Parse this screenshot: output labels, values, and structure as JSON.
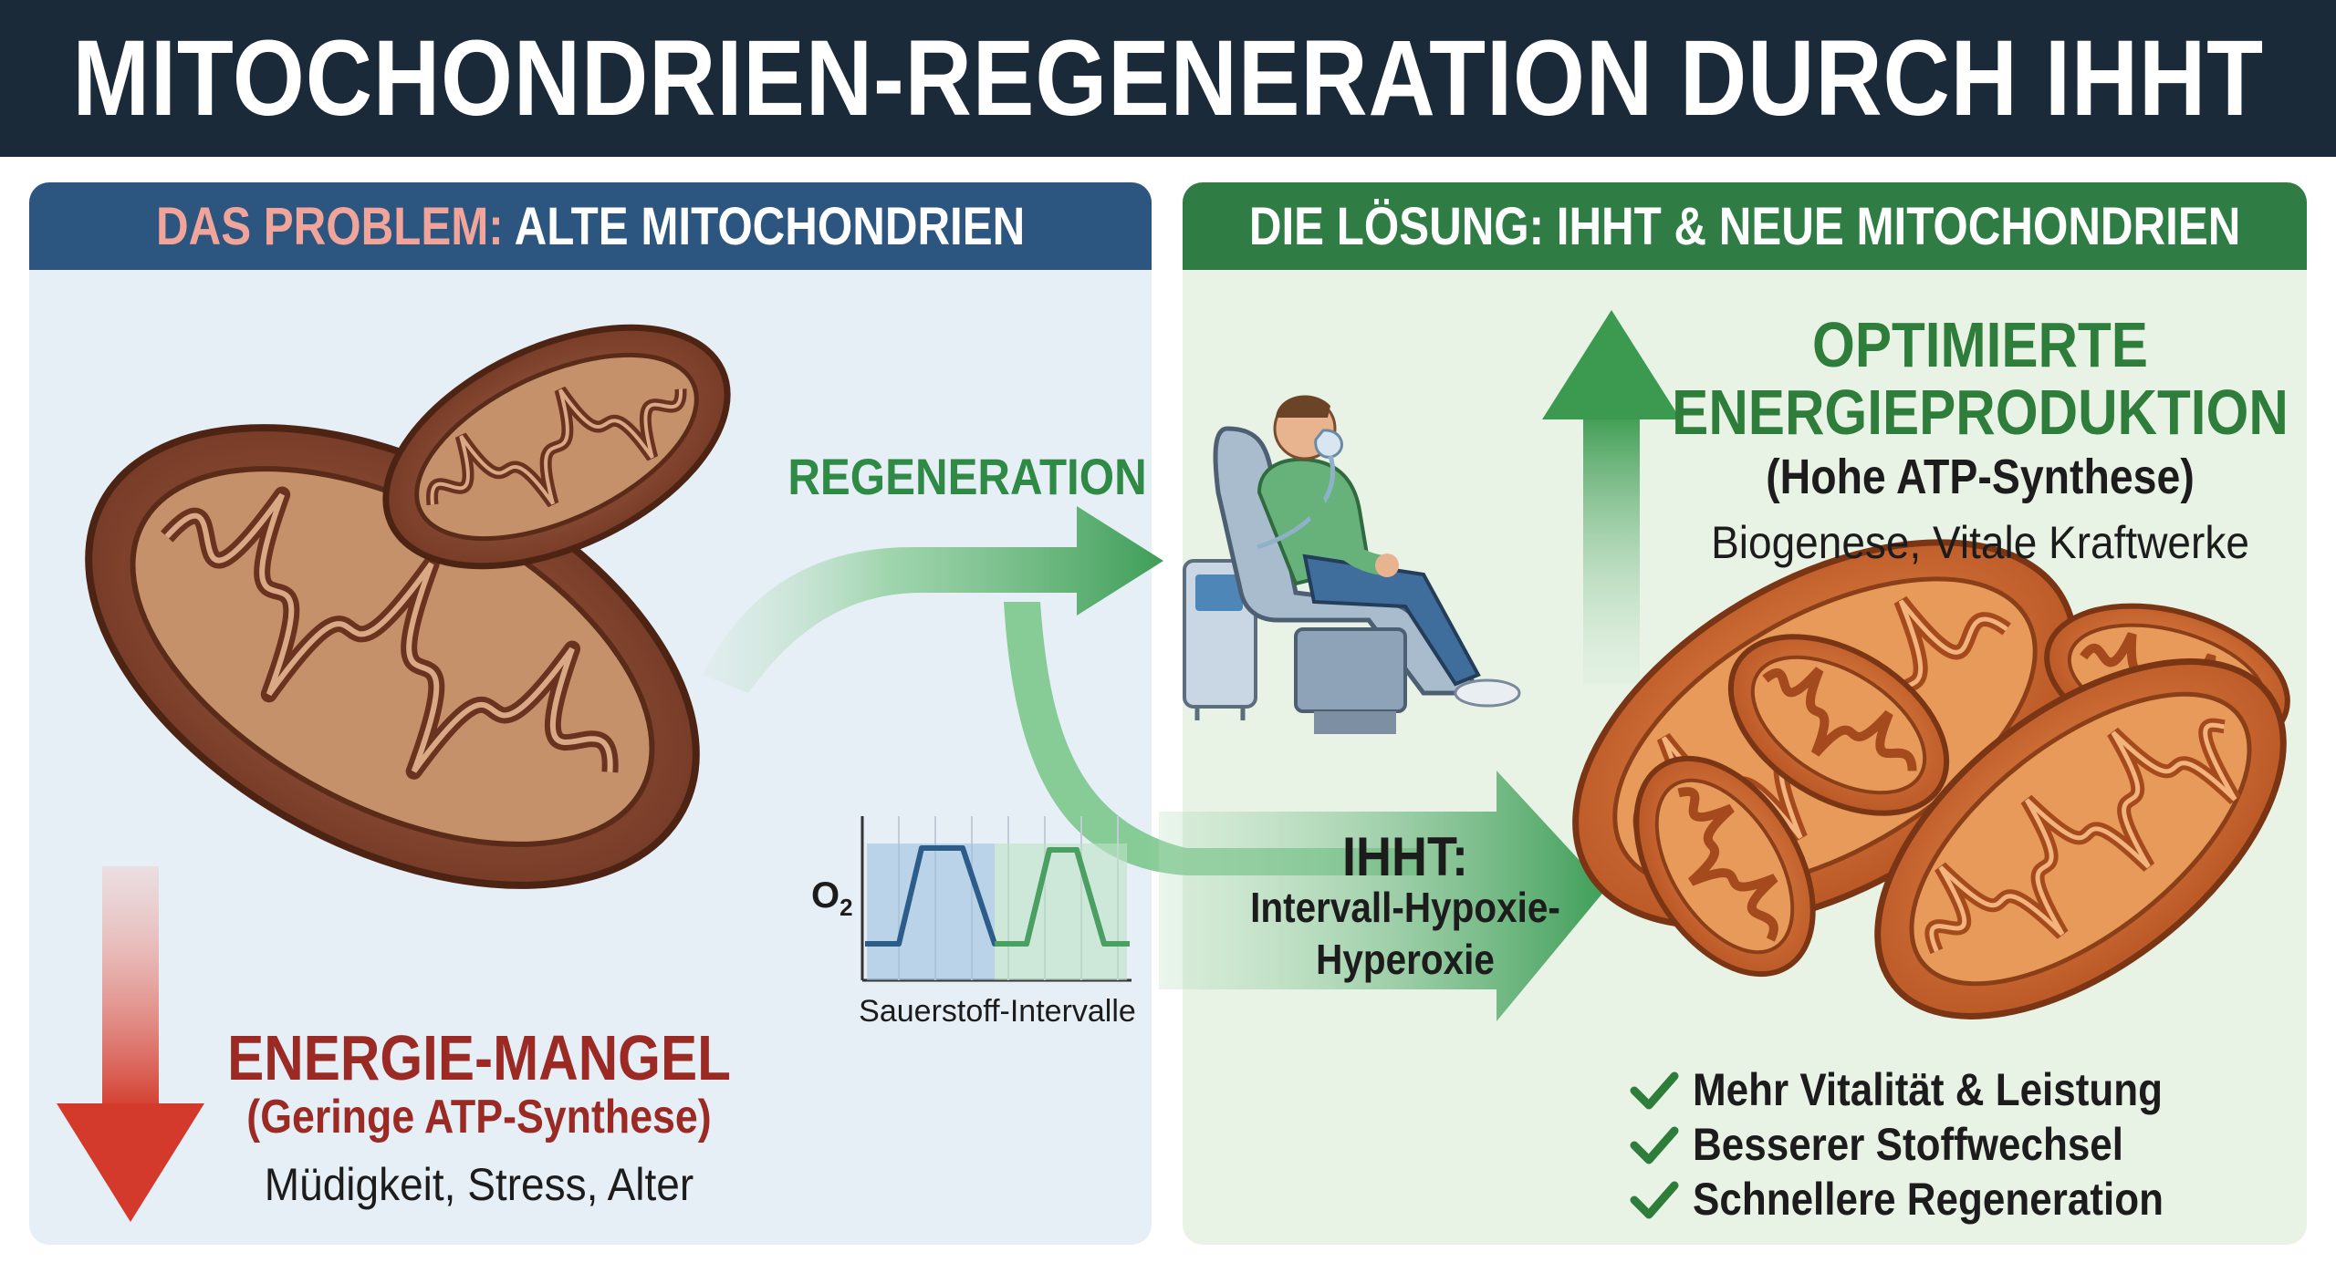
{
  "title": "MITOCHONDRIEN-REGENERATION DURCH IHHT",
  "left_panel": {
    "header_problem": "DAS PROBLEM:",
    "header_rest": " ALTE MITOCHONDRIEN",
    "energy_title": "ENERGIE-MANGEL",
    "energy_sub": "(Geringe ATP-Synthese)",
    "energy_desc": "Müdigkeit, Stress, Alter"
  },
  "center": {
    "regen_label": "REGENERATION",
    "ihht_title": "IHHT:",
    "ihht_line1": "Intervall-Hypoxie-",
    "ihht_line2": "Hyperoxie",
    "o2_label": "O",
    "o2_sub": "2",
    "chart_caption": "Sauerstoff-Intervalle"
  },
  "right_panel": {
    "header": "DIE LÖSUNG: IHHT & NEUE MITOCHONDRIEN",
    "opt_title1": "OPTIMIERTE",
    "opt_title2": "ENERGIEPRODUKTION",
    "opt_sub": "(Hohe ATP-Synthese)",
    "opt_desc": "Biogenese, Vitale Kraftwerke",
    "benefits": [
      "Mehr Vitalität & Leistung",
      "Besserer Stoffwechsel",
      "Schnellere Regeneration"
    ]
  },
  "colors": {
    "title_bg": "#1b2a38",
    "problem_header": "#2c567f",
    "solution_header": "#2f7d44",
    "problem_accent": "#9b2a24",
    "solution_accent": "#2e7d3a",
    "arrow_green": "#3f9e58",
    "arrow_red": "#d33a2c"
  },
  "icons": [
    "old-mitochondrion-icon",
    "patient-chair-icon",
    "new-mitochondrion-icon",
    "down-arrow-icon",
    "up-arrow-icon",
    "check-icon",
    "oxygen-interval-chart-icon"
  ]
}
